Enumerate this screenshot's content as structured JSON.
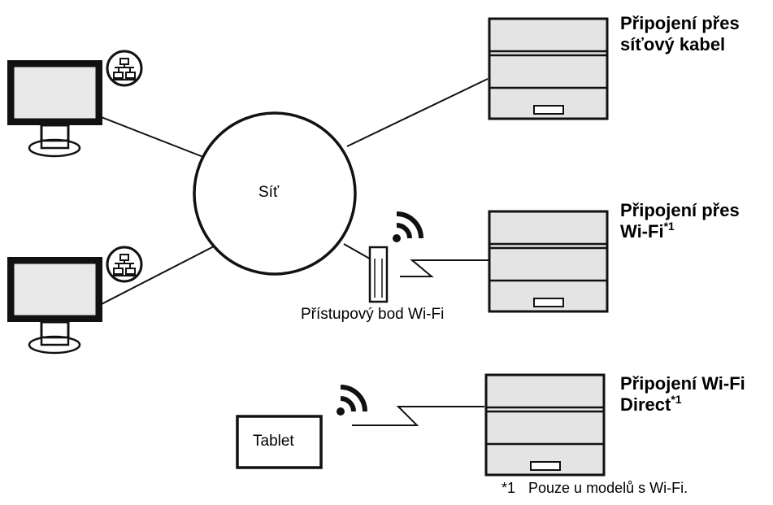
{
  "network": {
    "label": "Síť"
  },
  "access_point": {
    "label": "Přístupový bod Wi-Fi"
  },
  "tablet": {
    "label": "Tablet"
  },
  "connections": [
    {
      "line1": "Připojení přes",
      "line2": "síťový kabel",
      "sup": ""
    },
    {
      "line1": "Připojení přes",
      "line2": "Wi-Fi",
      "sup": "*1"
    },
    {
      "line1": "Připojení Wi-Fi",
      "line2": "Direct",
      "sup": "*1"
    }
  ],
  "footnote": {
    "mark": "*1",
    "text": "Pouze u modelů s Wi-Fi."
  },
  "colors": {
    "device_fill": "#e4e4e4",
    "screen_fill": "#e8e8e8",
    "stroke": "#000000"
  },
  "icons": [
    "network-cable-icon",
    "wifi-signal-icon"
  ]
}
